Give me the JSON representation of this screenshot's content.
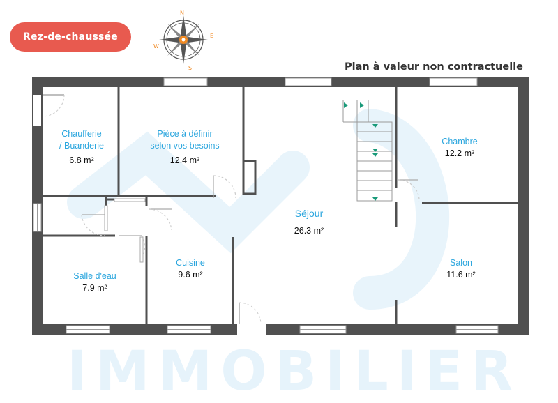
{
  "badge": {
    "label": "Rez-de-chaussée"
  },
  "disclaimer": "Plan à valeur non contractuelle",
  "compass": {
    "n": "N",
    "e": "E",
    "s": "S",
    "w": "W"
  },
  "watermark": "IMMOBILIER",
  "rooms": [
    {
      "name": "Chaufferie\n/ Buanderie",
      "area": "6.8 m²"
    },
    {
      "name": "Pièce à définir\nselon vos besoins",
      "area": "12.4 m²"
    },
    {
      "name": "Chambre",
      "area": "12.2 m²"
    },
    {
      "name": "Séjour",
      "area": "26.3 m²"
    },
    {
      "name": "Salle d'eau",
      "area": "7.9 m²"
    },
    {
      "name": "Cuisine",
      "area": "9.6 m²"
    },
    {
      "name": "Salon",
      "area": "11.6 m²"
    }
  ],
  "colors": {
    "wall": "#505050",
    "badge": "#e85a4f",
    "room_name": "#2ba6de",
    "watermark": "#e6f3fb",
    "stair_arrow": "#1a9a7a"
  }
}
